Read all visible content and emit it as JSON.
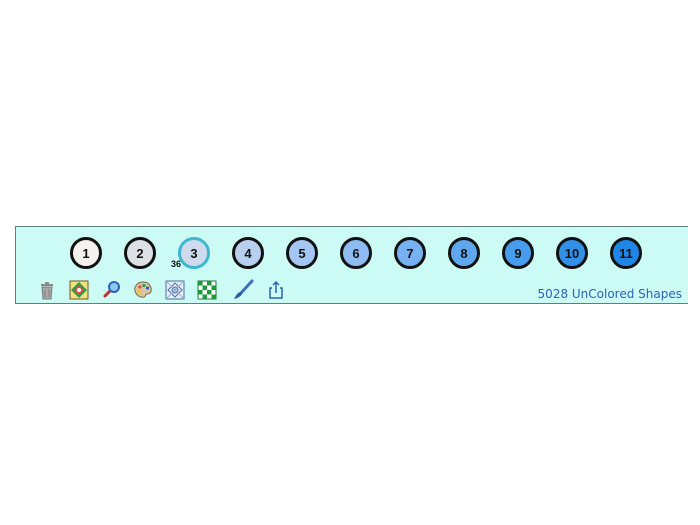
{
  "palette": {
    "swatches": [
      {
        "label": "1",
        "color": "#f5f1ec"
      },
      {
        "label": "2",
        "color": "#dde0e4"
      },
      {
        "label": "3",
        "color": "#cfdaec",
        "selected": true
      },
      {
        "label": "4",
        "color": "#b9cff0"
      },
      {
        "label": "5",
        "color": "#a3c6f3"
      },
      {
        "label": "6",
        "color": "#8dbbf2"
      },
      {
        "label": "7",
        "color": "#76b2f1"
      },
      {
        "label": "8",
        "color": "#5fa7ef"
      },
      {
        "label": "9",
        "color": "#489ced"
      },
      {
        "label": "10",
        "color": "#3290e9"
      },
      {
        "label": "11",
        "color": "#1f86e6"
      }
    ],
    "selected_count": "36"
  },
  "toolbar": {
    "tools": [
      {
        "name": "trash-icon"
      },
      {
        "name": "reveal-icon"
      },
      {
        "name": "magnifier-icon"
      },
      {
        "name": "palette-icon"
      },
      {
        "name": "pattern-icon"
      },
      {
        "name": "checkerboard-icon"
      },
      {
        "name": "brush-icon"
      },
      {
        "name": "share-icon"
      }
    ]
  },
  "status": {
    "text": "5028 UnColored Shapes"
  }
}
